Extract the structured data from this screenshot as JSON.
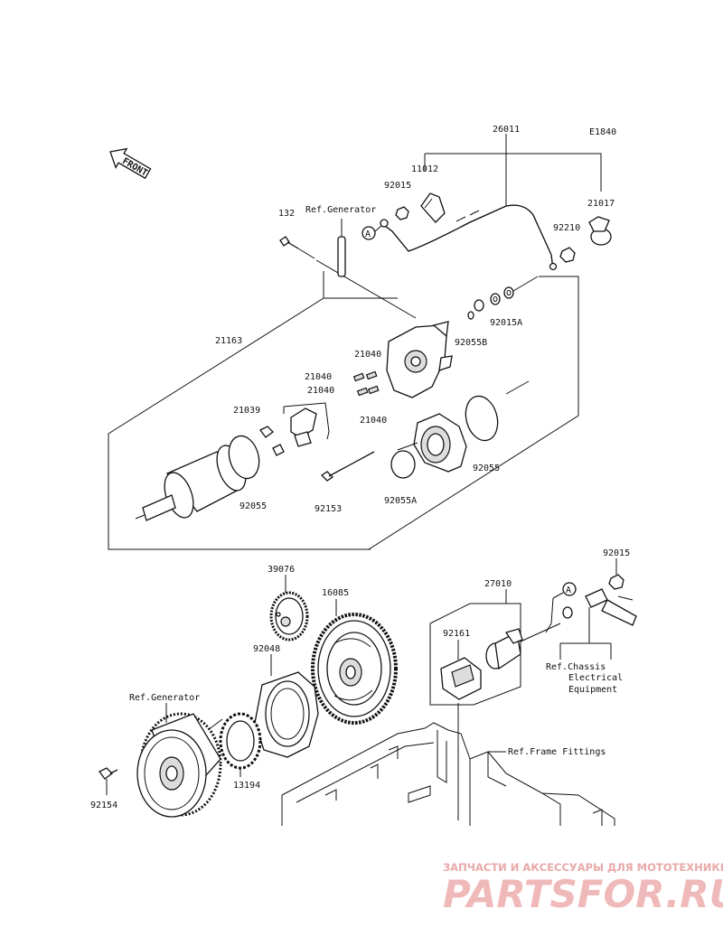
{
  "diagram_code": "E1840",
  "front_label": "FRONT",
  "callout_letter": "A",
  "parts": {
    "p26011": "26011",
    "p11012": "11012",
    "p92015_top": "92015",
    "p21017": "21017",
    "p92210": "92210",
    "p132": "132",
    "ref_generator_top": "Ref.Generator",
    "p92015A": "92015A",
    "p92055B": "92055B",
    "p21163": "21163",
    "p21040_a": "21040",
    "p21040_b": "21040",
    "p21040_c": "21040",
    "p21040_d": "21040",
    "p21039": "21039",
    "p92055_left": "92055",
    "p92055_right": "92055",
    "p92153": "92153",
    "p92055A": "92055A",
    "p39076": "39076",
    "p16085": "16085",
    "p92048": "92048",
    "ref_generator_bottom": "Ref.Generator",
    "p92154": "92154",
    "p13194": "13194",
    "p27010": "27010",
    "p92161": "92161",
    "p92015_right": "92015",
    "ref_chassis_line1": "Ref.Chassis",
    "ref_chassis_line2": "Electrical",
    "ref_chassis_line3": "Equipment",
    "ref_frame_fittings": "Ref.Frame Fittings"
  },
  "watermark": {
    "tagline": "ЗАПЧАСТИ И АКСЕССУАРЫ ДЛЯ МОТОТЕХНИКИ",
    "brand": "PARTSFOR.RU"
  },
  "colors": {
    "line": "#111111",
    "watermark": "#e8a9a9"
  }
}
